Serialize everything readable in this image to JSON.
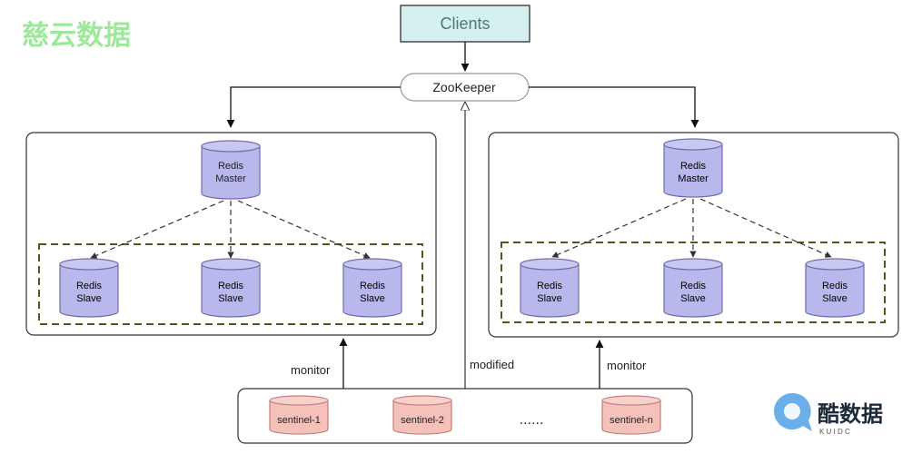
{
  "watermark_top_left": "慈云数据",
  "clients": {
    "label": "Clients"
  },
  "zookeeper": {
    "label": "ZooKeeper"
  },
  "left_group": {
    "master": {
      "line1": "Redis",
      "line2": "Master"
    },
    "slaves": [
      {
        "line1": "Redis",
        "line2": "Slave"
      },
      {
        "line1": "Redis",
        "line2": "Slave"
      },
      {
        "line1": "Redis",
        "line2": "Slave"
      }
    ]
  },
  "right_group": {
    "master": {
      "line1": "Redis",
      "line2": "Master"
    },
    "slaves": [
      {
        "line1": "Redis",
        "line2": "Slave"
      },
      {
        "line1": "Redis",
        "line2": "Slave"
      },
      {
        "line1": "Redis",
        "line2": "Slave"
      }
    ]
  },
  "edge_labels": {
    "monitor_left": "monitor",
    "modified": "modified",
    "monitor_right": "monitor"
  },
  "sentinels": [
    {
      "label": "sentinel-1"
    },
    {
      "label": "sentinel-2"
    },
    {
      "label": "sentinel-n"
    }
  ],
  "ellipsis": "......",
  "logo": {
    "text": "酷数据",
    "subtext": "K U I D C"
  },
  "colors": {
    "clients_fill": "#d4f0ef",
    "clients_text": "#4d7a78",
    "redis_fill": "#b9b8ec",
    "redis_stroke": "#6f6ea8",
    "sentinel_fill": "#f4c1bb",
    "sentinel_stroke": "#c57f77",
    "group_dash": "#4b5a1e",
    "watermark": "#9ee89c",
    "logo_blue": "#5aa6e8"
  }
}
